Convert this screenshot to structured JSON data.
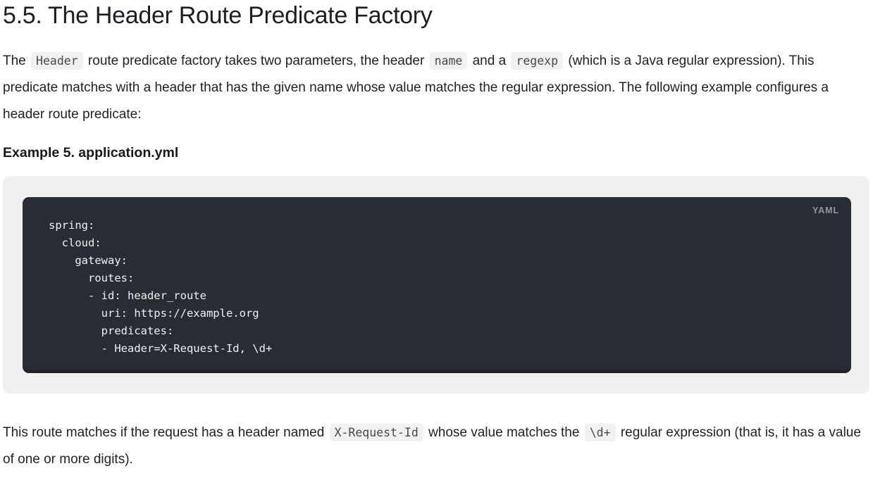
{
  "heading": {
    "text": "5.5. The Header Route Predicate Factory"
  },
  "paragraphs": {
    "intro": [
      {
        "type": "text",
        "value": "The "
      },
      {
        "type": "code",
        "value": "Header"
      },
      {
        "type": "text",
        "value": " route predicate factory takes two parameters, the header "
      },
      {
        "type": "code",
        "value": "name"
      },
      {
        "type": "text",
        "value": " and a "
      },
      {
        "type": "code",
        "value": "regexp"
      },
      {
        "type": "text",
        "value": " (which is a Java regular expression). This predicate matches with a header that has the given name whose value matches the regular expression. The following example configures a header route predicate:"
      }
    ],
    "outro": [
      {
        "type": "text",
        "value": "This route matches if the request has a header named "
      },
      {
        "type": "code",
        "value": "X-Request-Id"
      },
      {
        "type": "text",
        "value": " whose value matches the "
      },
      {
        "type": "code",
        "value": "\\d+"
      },
      {
        "type": "text",
        "value": " regular expression (that is, it has a value of one or more digits)."
      }
    ]
  },
  "example": {
    "caption": "Example 5. application.yml",
    "language": "YAML",
    "code": "spring:\n  cloud:\n    gateway:\n      routes:\n      - id: header_route\n        uri: https://example.org\n        predicates:\n        - Header=X-Request-Id, \\d+"
  },
  "colors": {
    "body_text": "#1d2125",
    "listing_bg": "#f0f0f0",
    "code_panel_bg": "#272c35",
    "code_panel_border": "#1d2129",
    "code_text": "#f2f1ee",
    "inline_code_bg": "#f1f1f1",
    "inline_code_text": "#45494d",
    "lang_label": "#9198a1"
  }
}
